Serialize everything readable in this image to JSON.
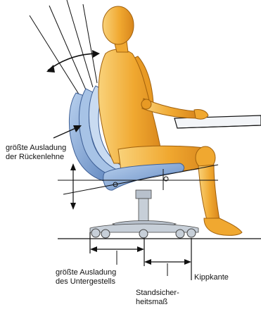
{
  "labels": {
    "backrest_l1": "größte Ausladung",
    "backrest_l2": "der Rückenlehne",
    "base_l1": "größte Ausladung",
    "base_l2": "des Untergestells",
    "stability_l1": "Standsicher-",
    "stability_l2": "heitsmaß",
    "tipping_edge": "Kippkante"
  },
  "colors": {
    "mannequin": "#f0a830",
    "mannequin_light": "#f9d27a",
    "chair_blue": "#8fb3de",
    "chair_blue_dark": "#5f86bf",
    "chair_metal": "#c7cfd8",
    "line": "#111111"
  }
}
